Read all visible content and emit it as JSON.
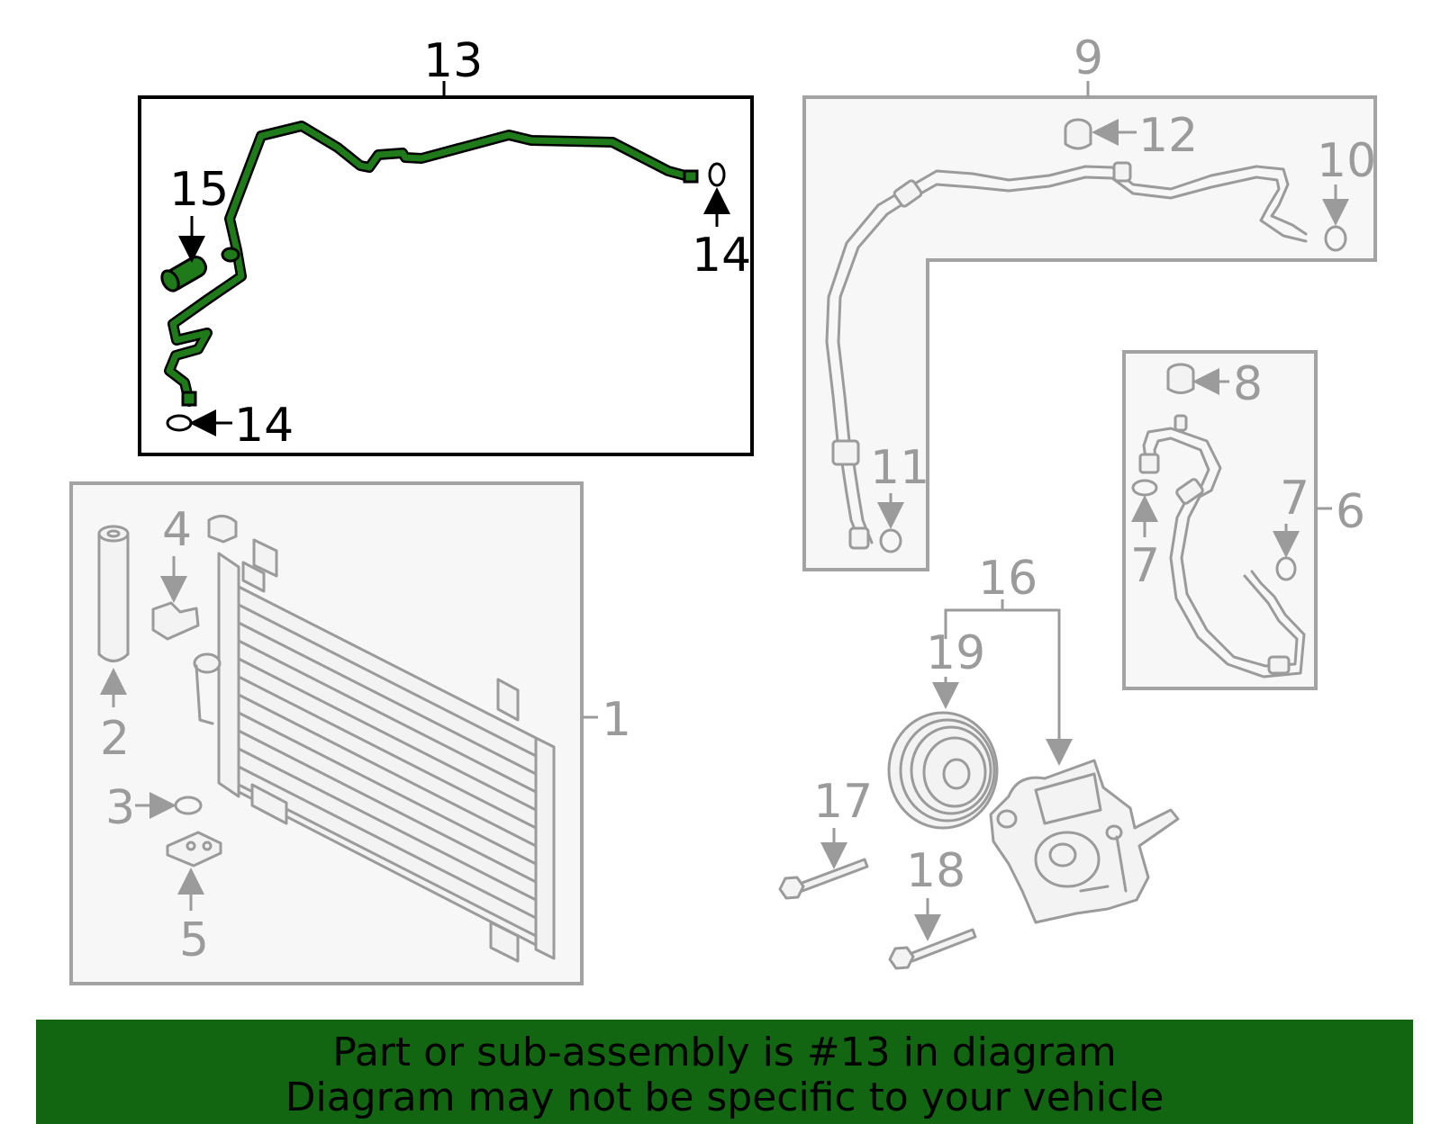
{
  "callouts": {
    "c1": "1",
    "c2": "2",
    "c3": "3",
    "c4": "4",
    "c5": "5",
    "c6": "6",
    "c7a": "7",
    "c7b": "7",
    "c8": "8",
    "c9": "9",
    "c10": "10",
    "c11": "11",
    "c12": "12",
    "c13": "13",
    "c14a": "14",
    "c14b": "14",
    "c15": "15",
    "c16": "16",
    "c17": "17",
    "c18": "18",
    "c19": "19"
  },
  "highlight": {
    "part": "13",
    "color": "#136611"
  },
  "banner": {
    "line1": "Part or sub-assembly is #13 in diagram",
    "line2": "Diagram may not be specific to your vehicle",
    "background": "#136611"
  }
}
